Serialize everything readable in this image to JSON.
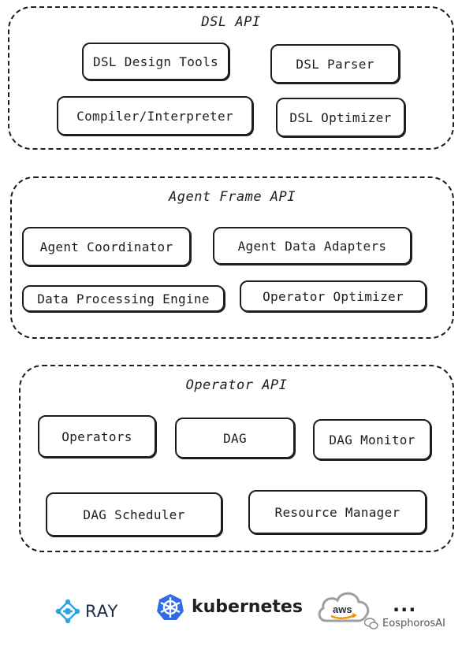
{
  "groups": {
    "dsl": {
      "title": "DSL API",
      "boxes": [
        "DSL Design Tools",
        "DSL Parser",
        "Compiler/Interpreter",
        "DSL Optimizer"
      ]
    },
    "agent": {
      "title": "Agent Frame API",
      "boxes": [
        "Agent Coordinator",
        "Agent Data Adapters",
        "Data Processing Engine",
        "Operator Optimizer"
      ]
    },
    "operator": {
      "title": "Operator API",
      "boxes": [
        "Operators",
        "DAG",
        "DAG Monitor",
        "DAG Scheduler",
        "Resource Manager"
      ]
    }
  },
  "logos": {
    "ray": "RAY",
    "kubernetes": "kubernetes",
    "aws": "aws",
    "more": "...",
    "watermark": "EosphorosAI"
  },
  "colors": {
    "ray": "#2ba4e0",
    "kubernetes": "#326ce5",
    "aws_orange": "#f79400"
  }
}
